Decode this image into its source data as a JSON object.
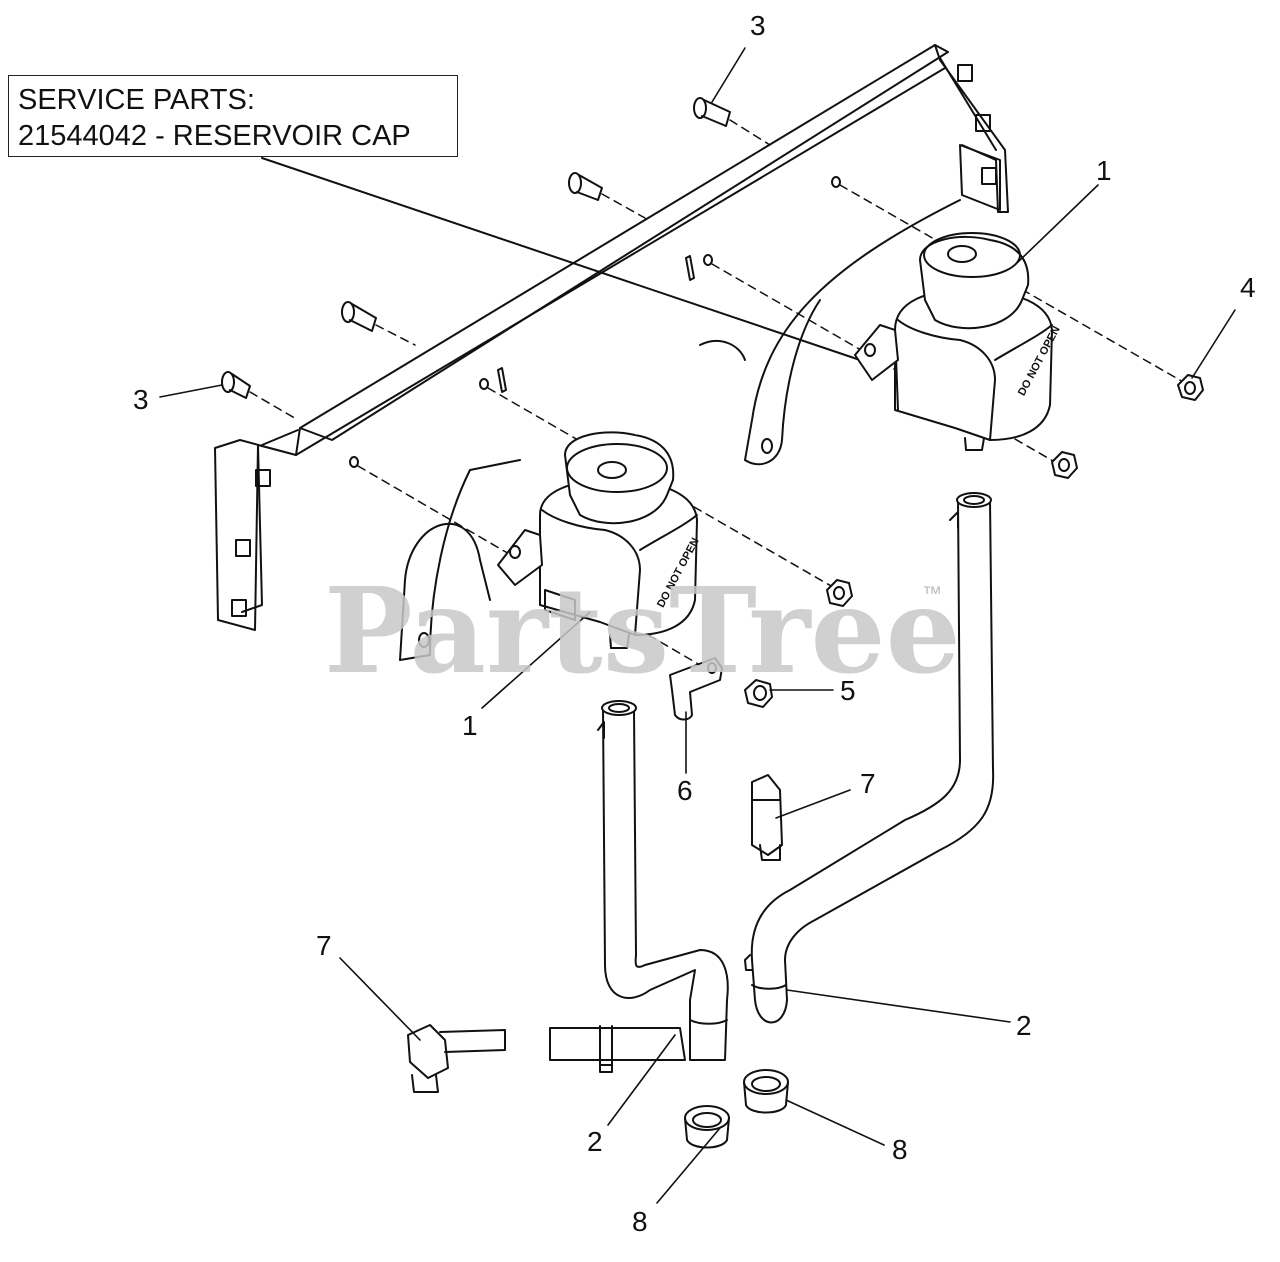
{
  "service_note": {
    "line1": "SERVICE PARTS:",
    "line2": "21544042 - RESERVOIR CAP"
  },
  "watermark": {
    "brand": "PartsTree",
    "trademark": "™"
  },
  "callouts": [
    {
      "id": "bolt-top",
      "label": "3"
    },
    {
      "id": "bolt-left",
      "label": "3"
    },
    {
      "id": "reservoir-right",
      "label": "1"
    },
    {
      "id": "reservoir-left",
      "label": "1"
    },
    {
      "id": "nut-right",
      "label": "4"
    },
    {
      "id": "nut-mid",
      "label": "5"
    },
    {
      "id": "clip",
      "label": "6"
    },
    {
      "id": "fitting-straight",
      "label": "7"
    },
    {
      "id": "fitting-elbow",
      "label": "7"
    },
    {
      "id": "hose-right",
      "label": "2"
    },
    {
      "id": "hose-left",
      "label": "2"
    },
    {
      "id": "bushing-right",
      "label": "8"
    },
    {
      "id": "bushing-left",
      "label": "8"
    }
  ],
  "reservoir_cap_text": "DO NOT OPEN"
}
